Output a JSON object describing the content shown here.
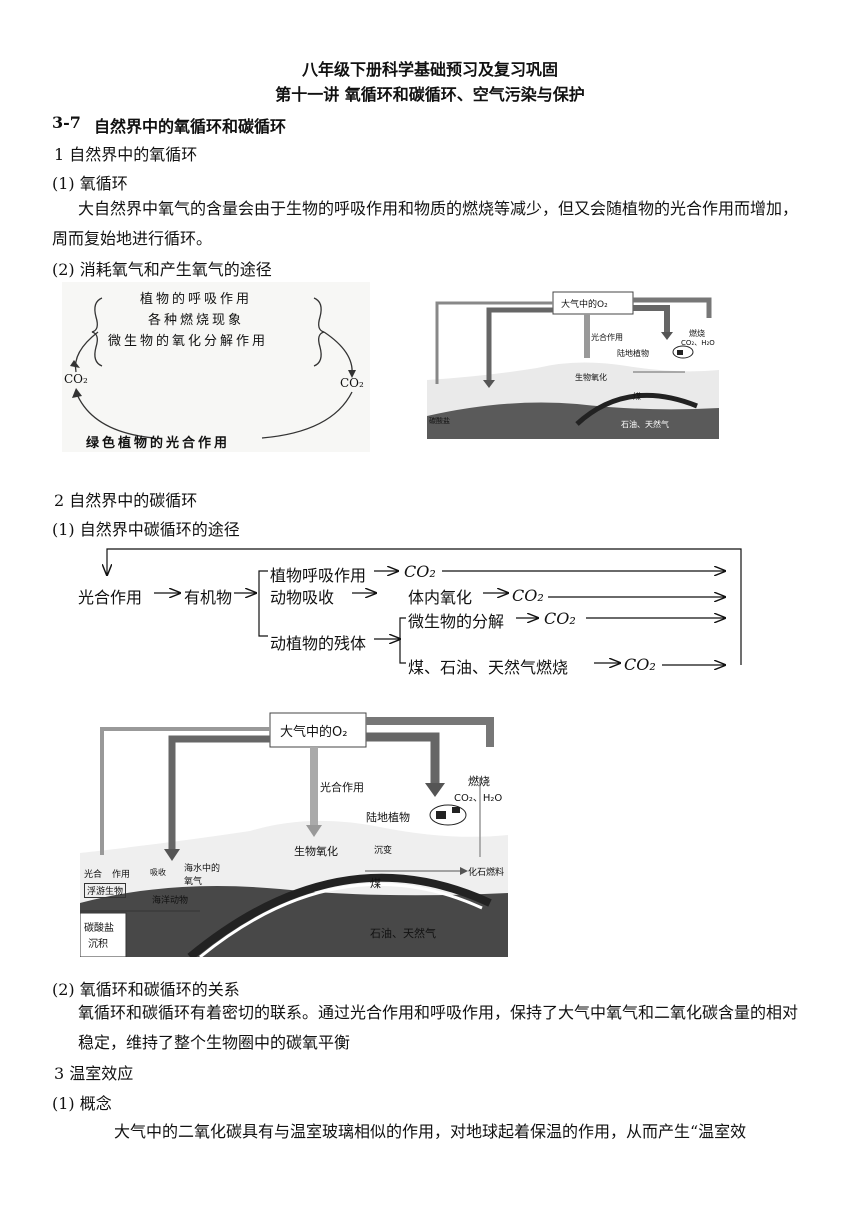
{
  "header": {
    "title": "八年级下册科学基础预习及复习巩固",
    "subtitle": "第十一讲 氧循环和碳循环、空气污染与保护"
  },
  "section": {
    "number": "3-7",
    "title": "自然界中的氧循环和碳循环"
  },
  "oxygen": {
    "heading": "1 自然界中的氧循环",
    "sub1": "(1) 氧循环",
    "para1": "大自然界中氧气的含量会由于生物的呼吸作用和物质的燃烧等减少，但又会随植物的光合作用而增加，周而复始地进行循环。",
    "sub2": "(2) 消耗氧气和产生氧气的途径",
    "cycle": {
      "item1": "植物的呼吸作用",
      "item2": "各种燃烧现象",
      "item3": "微生物的氧化分解作用",
      "left": "CO₂",
      "right": "CO₂",
      "bottom": "绿色植物的光合作用"
    }
  },
  "carbon": {
    "heading": "2 自然界中的碳循环",
    "sub1": "(1) 自然界中碳循环的途径",
    "flow": {
      "photo": "光合作用",
      "organic": "有机物",
      "plant_resp": "植物呼吸作用",
      "animal_absorb": "动物吸收",
      "body_oxid": "体内氧化",
      "remains": "动植物的残体",
      "microbe": "微生物的分解",
      "fossil": "煤、石油、天然气燃烧",
      "co2": "CO₂"
    },
    "sub2": "(2) 氧循环和碳循环的关系",
    "para2": "氧循环和碳循环有着密切的联系。通过光合作用和呼吸作用，保持了大气中氧气和二氧化碳含量的相对稳定，维持了整个生物圈中的碳氧平衡"
  },
  "diagram_labels": {
    "atmo_o2": "大气中的O₂",
    "photosynthesis": "光合作用",
    "burning": "燃烧",
    "burn_products": "CO₂、H₂O",
    "land_plants": "陆地植物",
    "bio_oxidation": "生物氧化",
    "coal": "煤",
    "fossil_fuel": "化石燃料",
    "oil_gas": "石油、天然气",
    "carbonate": "碳酸盐",
    "sediment": "沉积",
    "photo_small": "光合",
    "action": "作用",
    "plankton": "浮游生物",
    "marine_animals": "海洋动物",
    "sea_oxygen": "海水中的氧气",
    "absorb": "吸收",
    "decay": "沉变"
  },
  "greenhouse": {
    "heading": "3 温室效应",
    "sub1": "(1) 概念",
    "para": "大气中的二氧化碳具有与温室玻璃相似的作用，对地球起着保温的作用，从而产生“温室效"
  }
}
